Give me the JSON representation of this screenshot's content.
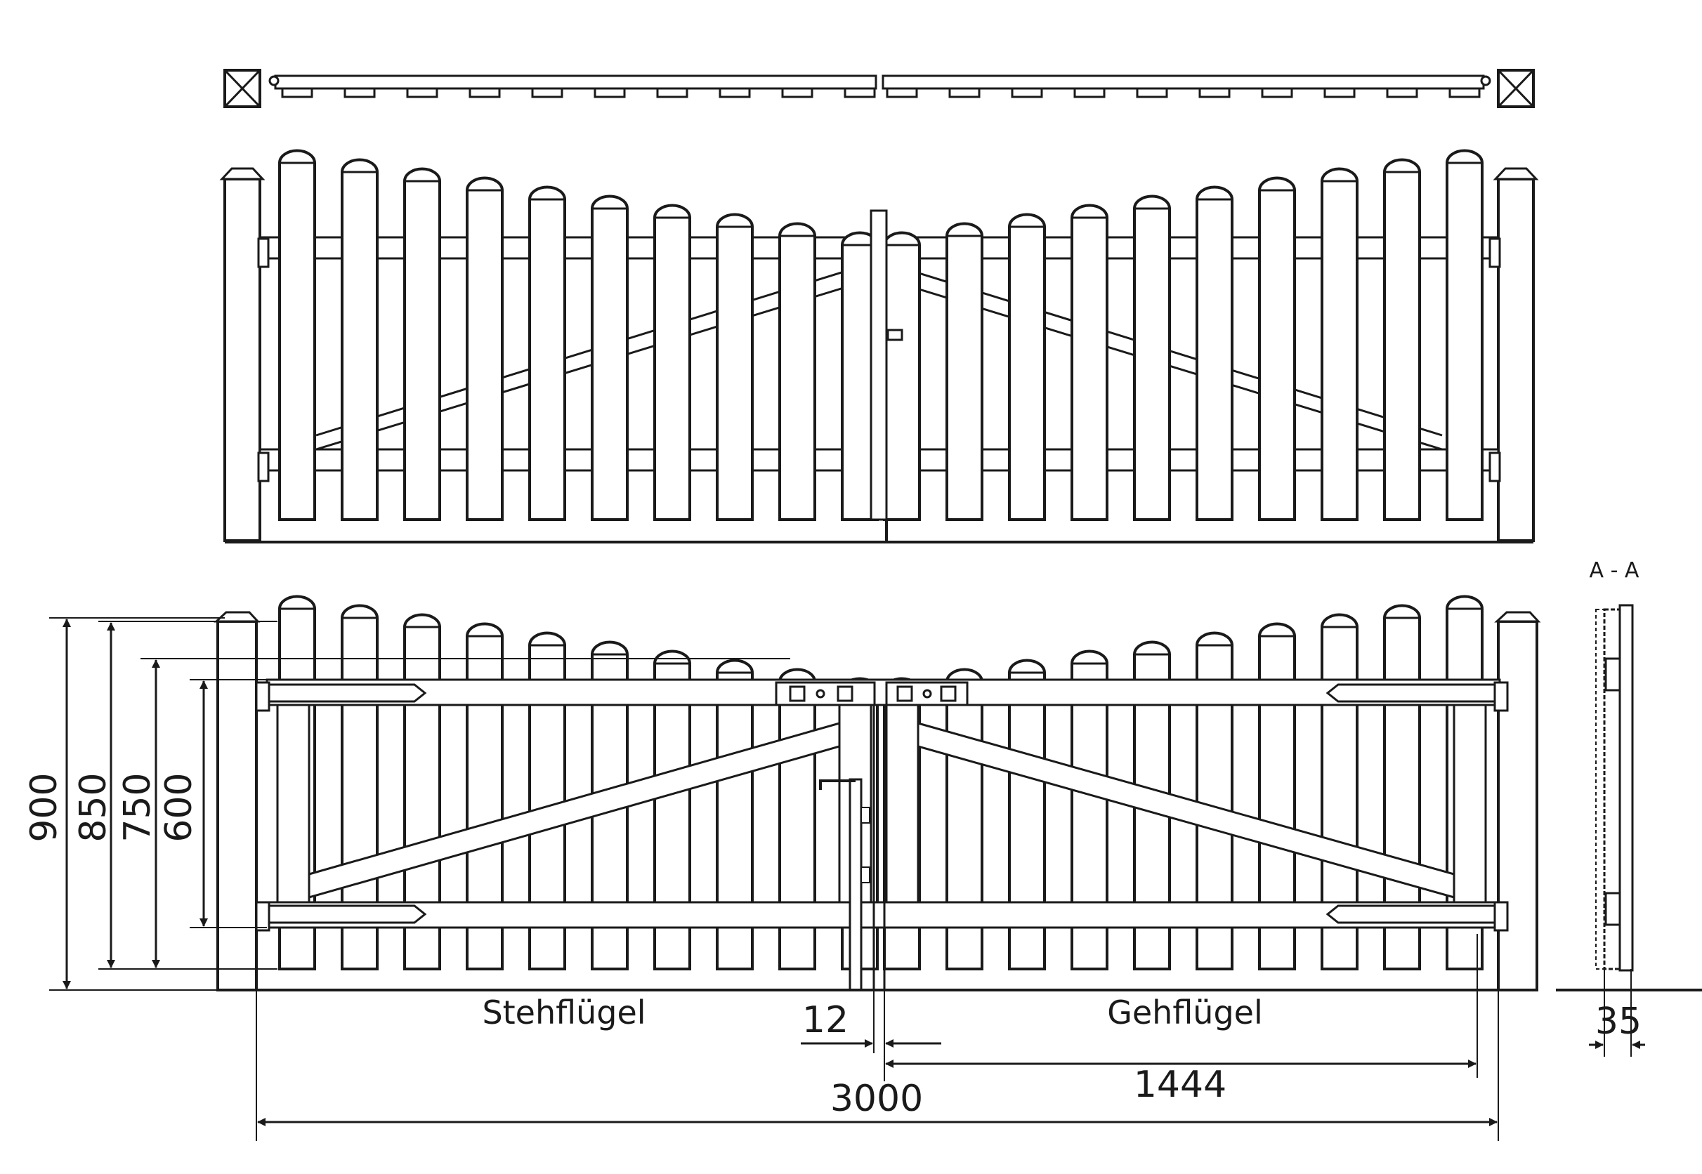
{
  "drawing": {
    "section_label": "A - A",
    "leaf_labels": {
      "left": "Stehflügel",
      "right": "Gehflügel"
    },
    "dimensions": {
      "heights": [
        "900",
        "850",
        "750",
        "600"
      ],
      "gap": "12",
      "leaf_width": "1444",
      "total_width": "3000",
      "section_depth": "35"
    }
  }
}
